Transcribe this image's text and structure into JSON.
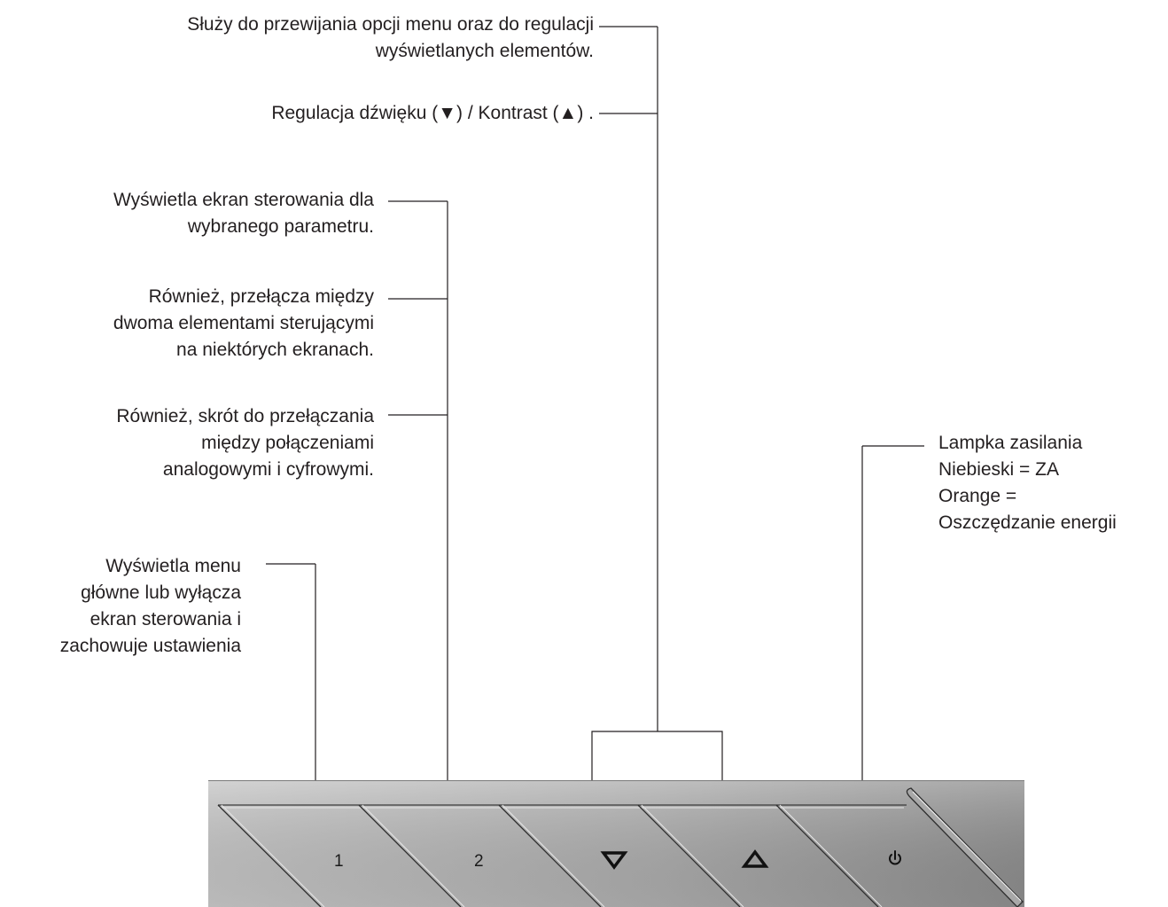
{
  "callouts": {
    "scroll": {
      "lines": [
        "Służy do przewijania opcji menu oraz do regulacji",
        "wyświetlanych elementów."
      ]
    },
    "volume": {
      "lines": [
        "Regulacja dźwięku (▼) / Kontrast  (▲) ."
      ]
    },
    "display_control": {
      "lines": [
        "Wyświetla ekran sterowania dla",
        "wybranego parametru."
      ]
    },
    "toggle_controls": {
      "lines": [
        "Również, przełącza między",
        "dwoma elementami sterującymi",
        "na niektórych ekranach."
      ]
    },
    "input_shortcut": {
      "lines": [
        "Również, skrót do przełączania",
        "między połączeniami",
        "analogowymi i cyfrowymi."
      ]
    },
    "main_menu": {
      "lines": [
        "Wyświetla menu",
        "główne lub wyłącza",
        "ekran sterowania i",
        "zachowuje ustawienia"
      ]
    },
    "power_light": {
      "lines": [
        "Lampka zasilania",
        "Niebieski = ZA",
        "Orange =",
        "Oszczędzanie energii"
      ]
    }
  },
  "panel": {
    "buttons": [
      {
        "id": "button-1",
        "label": "1",
        "icon": "text"
      },
      {
        "id": "button-2",
        "label": "2",
        "icon": "text"
      },
      {
        "id": "button-down",
        "label": "",
        "icon": "triangle-down-icon"
      },
      {
        "id": "button-up",
        "label": "",
        "icon": "triangle-up-icon"
      },
      {
        "id": "button-power",
        "label": "",
        "icon": "power-icon"
      }
    ],
    "colors": {
      "panel_light": "#bdbdbd",
      "panel_dark": "#8a8a8a",
      "line": "#231f20"
    }
  }
}
